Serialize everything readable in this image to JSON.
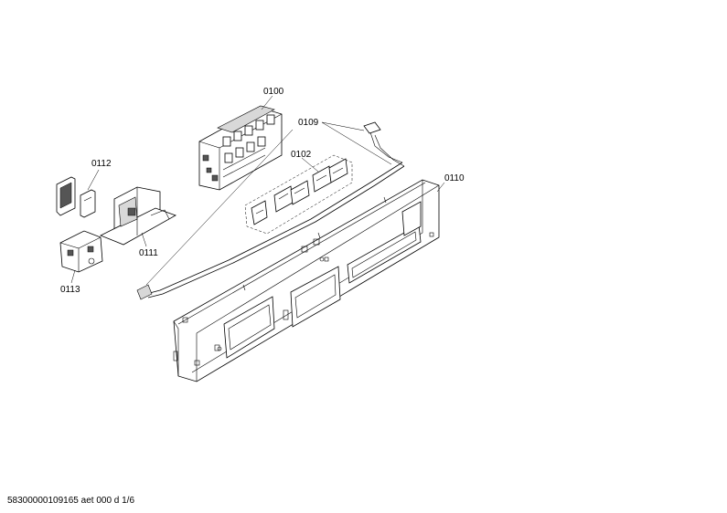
{
  "labels": {
    "p0100": "0100",
    "p0109": "0109",
    "p0102": "0102",
    "p0110": "0110",
    "p0112": "0112",
    "p0111": "0111",
    "p0113": "0113"
  },
  "footer": "58300000109165 aet 000 d 1/6"
}
